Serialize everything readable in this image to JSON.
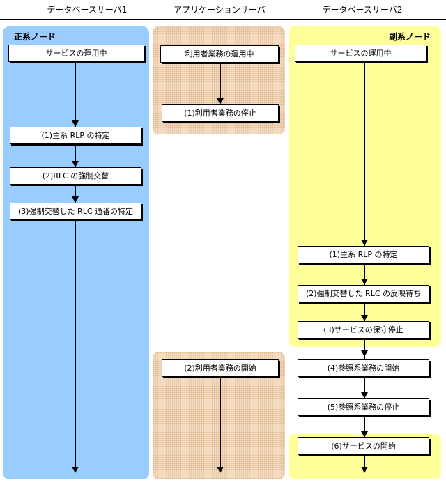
{
  "headers": {
    "db1": "データベースサーバ1",
    "app": "アプリケーションサーバ",
    "db2": "データベースサーバ2"
  },
  "nodes": {
    "primary": "正系ノード",
    "secondary": "副系ノード"
  },
  "db1_steps": {
    "running": "サービスの運用中",
    "s1": "(1)主系 RLP の特定",
    "s2": "(2)RLC の強制交替",
    "s3": "(3)強制交替した RLC 通番の特定"
  },
  "app_steps": {
    "running": "利用者業務の運用中",
    "s1": "(1)利用者業務の停止",
    "s2": "(2)利用者業務の開始"
  },
  "db2_steps": {
    "running": "サービスの運用中",
    "s1": "(1)主系 RLP の特定",
    "s2": "(2)強制交替した RLC の反映待ち",
    "s3": "(3)サービスの保守停止",
    "s4": "(4)参照系業務の開始",
    "s5": "(5)参照系業務の停止",
    "s6": "(6)サービスの開始"
  },
  "colors": {
    "primary_lane": "#99ccff",
    "secondary_lane": "#ffff99",
    "app_lane": "#f3dcc2"
  }
}
